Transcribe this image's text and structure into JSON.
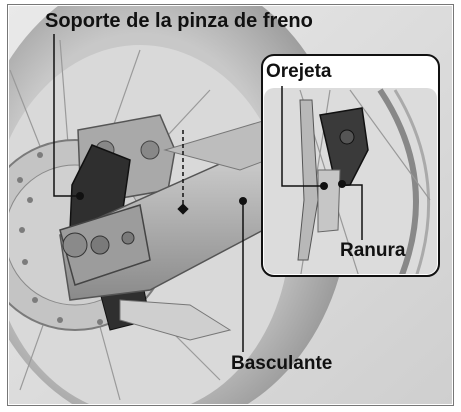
{
  "labels": {
    "caliper_bracket": "Soporte de la pinza de freno",
    "tab": "Orejeta",
    "slot": "Ranura",
    "swingarm": "Basculante"
  }
}
